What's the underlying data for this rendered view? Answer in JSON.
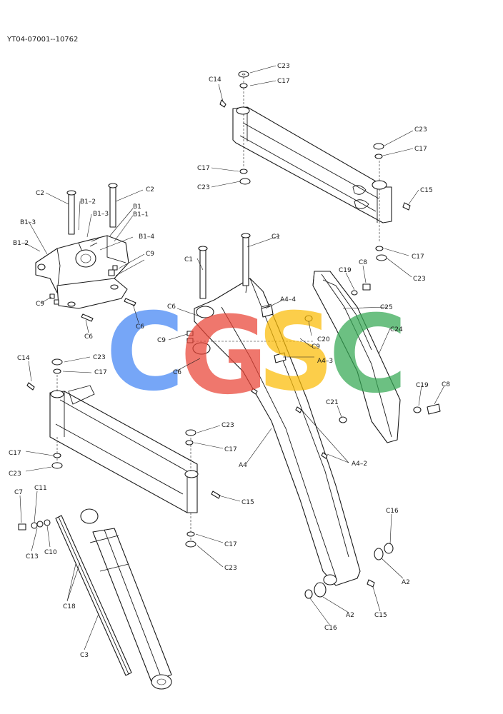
{
  "document_id": "YT04-07001--10762",
  "watermark": {
    "letters": [
      "C",
      "G",
      "S",
      "C"
    ],
    "colors": [
      "#4285f4",
      "#ea4335",
      "#fbbc05",
      "#34a853"
    ]
  },
  "labels": {
    "C23": "C23",
    "C17": "C17",
    "C14": "C14",
    "C15": "C15",
    "C2": "C2",
    "B1": "B1",
    "B1_1": "B1–1",
    "B1_2": "B1–2",
    "B1_3": "B1–3",
    "B1_4": "B1–4",
    "C9": "C9",
    "C6": "C6",
    "C1": "C1",
    "A4_4": "A4–4",
    "A4_3": "A4–3",
    "A4_2": "A4–2",
    "A4": "A4",
    "C19": "C19",
    "C8": "C8",
    "C25": "C25",
    "C24": "C24",
    "C20": "C20",
    "C21": "C21",
    "C7": "C7",
    "C11": "C11",
    "C13": "C13",
    "C10": "C10",
    "C18": "C18",
    "C3": "C3",
    "C16": "C16",
    "A2": "A2"
  }
}
